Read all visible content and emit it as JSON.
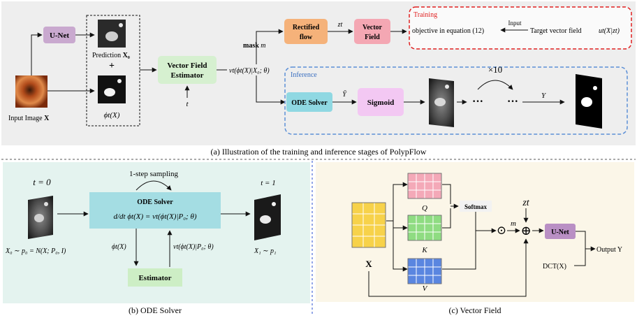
{
  "colors": {
    "panel_a_bg": "#eeeeee",
    "panel_b_bg": "#e4f3ef",
    "panel_c_bg": "#fbf6e8",
    "unet": "#c9a9cf",
    "vector_field_estimator": "#d6f0d0",
    "rectified_flow": "#f5b27a",
    "vector_field": "#f4a7b3",
    "ode_solver": "#8fd8e2",
    "sigmoid": "#f3c8f3",
    "estimator": "#cdeec5",
    "training_border": "#e02020",
    "inference_border": "#5b8fd6",
    "q_grid": "#f4a9b8",
    "k_grid": "#8fdc82",
    "v_grid": "#5a86e0",
    "x_grid": "#f7d24a"
  },
  "panel_a": {
    "caption": "(a) Illustration of the training and inference stages of PolypFlow",
    "unet_label": "U-Net",
    "prediction_label": "Prediction",
    "prediction_symbol": "X₀",
    "plus": "+",
    "phi_label": "ϕt(X)",
    "input_image_label": "Input Image",
    "input_image_symbol": "X",
    "vector_field_estimator": [
      "Vector Field",
      "Estimator"
    ],
    "t_label": "t",
    "velocity_label": "vt(ϕt(X)|X₀; θ)",
    "mask_label": "mask",
    "mask_symbol": "m",
    "rectified_flow": [
      "Rectified",
      "flow"
    ],
    "zt_label": "zt",
    "vector_field": [
      "Vector",
      "Field"
    ],
    "training_title": "Training",
    "objective_text": "objective in equation (12)",
    "input_arrow_label": "Input",
    "target_vector_field": "Target vector field",
    "target_symbol": "ut(X|zt)",
    "inference_title": "Inference",
    "ode_solver": "ODE Solver",
    "y_bar": "Ȳ",
    "sigmoid": "Sigmoid",
    "dots_left": "···",
    "dots_right": "···",
    "times_ten": "×10",
    "y_label": "Y"
  },
  "panel_b": {
    "caption": "(b) ODE Solver",
    "t0_label": "t = 0",
    "t1_label": "t = 1",
    "one_step": "1-step sampling",
    "ode_solver_title": "ODE Solver",
    "equation": "d/dt ϕt(X) = vt(ϕt(X)|P₀; θ)",
    "phi_down": "ϕt(X)",
    "v_up": "vt(ϕt(X)|P₀; θ)",
    "estimator": "Estimator",
    "x0_dist": "X₀ ∼ p₀ = N(X; P₀, I)",
    "x1_dist": "X₁ ∼ p₁"
  },
  "panel_c": {
    "caption": "(c) Vector Field",
    "x_label": "X",
    "q_label": "Q",
    "k_label": "K",
    "v_label": "V",
    "softmax": "Softmax",
    "odot": "⊙",
    "m_label": "m",
    "oplus": "⊕",
    "zt_label": "zt",
    "unet_label": "U-Net",
    "dct_label": "DCT(X)",
    "output_label": "Output Y"
  }
}
